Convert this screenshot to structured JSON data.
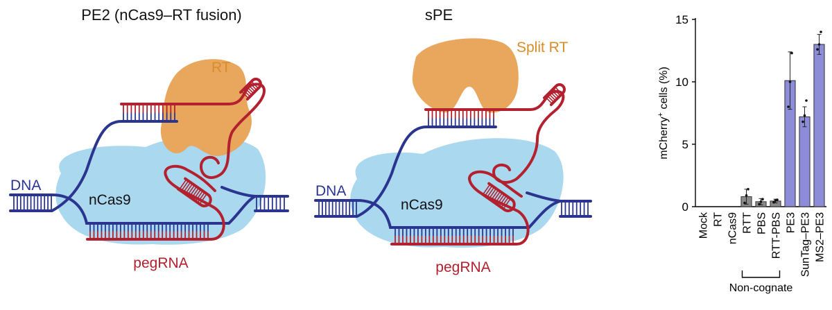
{
  "colors": {
    "dna": "#2b3590",
    "rna": "#b3202e",
    "cas9": "#a9d8ef",
    "rt": "#e8a75c",
    "rt_label": "#d98c2a",
    "bar_gray": "#8a8a8a",
    "bar_purple": "#8c8cd8"
  },
  "panel_left": {
    "title": "PE2 (nCas9–RT fusion)",
    "rt_label": "RT",
    "cas9_label": "nCas9",
    "dna_label": "DNA",
    "pegrna_label": "pegRNA"
  },
  "panel_middle": {
    "title": "sPE",
    "rt_label": "Split RT",
    "cas9_label": "nCas9",
    "dna_label": "DNA",
    "pegrna_label": "pegRNA"
  },
  "chart_data": {
    "type": "bar",
    "ylabel_main": "mCherry",
    "ylabel_sup": "+",
    "ylabel_rest": " cells (%)",
    "ylim": [
      0,
      15
    ],
    "yticks": [
      0,
      5,
      10,
      15
    ],
    "categories": [
      "Mock",
      "RT",
      "nCas9",
      "RTT",
      "PBS",
      "RTT-PBS",
      "PE3",
      "SunTag–PE3",
      "MS2–PE3"
    ],
    "values": [
      0,
      0,
      0,
      0.8,
      0.4,
      0.45,
      10.1,
      7.2,
      13.0
    ],
    "errors": [
      0,
      0,
      0,
      0.6,
      0.25,
      0.15,
      2.3,
      0.8,
      0.8
    ],
    "bar_colors": [
      "none",
      "none",
      "none",
      "gray",
      "gray",
      "gray",
      "purple",
      "purple",
      "purple"
    ],
    "points": [
      [],
      [],
      [],
      [
        0.3,
        0.9,
        1.4
      ],
      [
        0.2,
        0.4,
        0.6
      ],
      [
        0.35,
        0.5,
        0.55
      ],
      [
        8.0,
        10.0,
        12.3
      ],
      [
        6.8,
        7.3,
        8.5
      ],
      [
        12.6,
        13.0,
        14.0
      ]
    ],
    "group_label": "Non-cognate",
    "group_range": [
      3,
      5
    ]
  }
}
